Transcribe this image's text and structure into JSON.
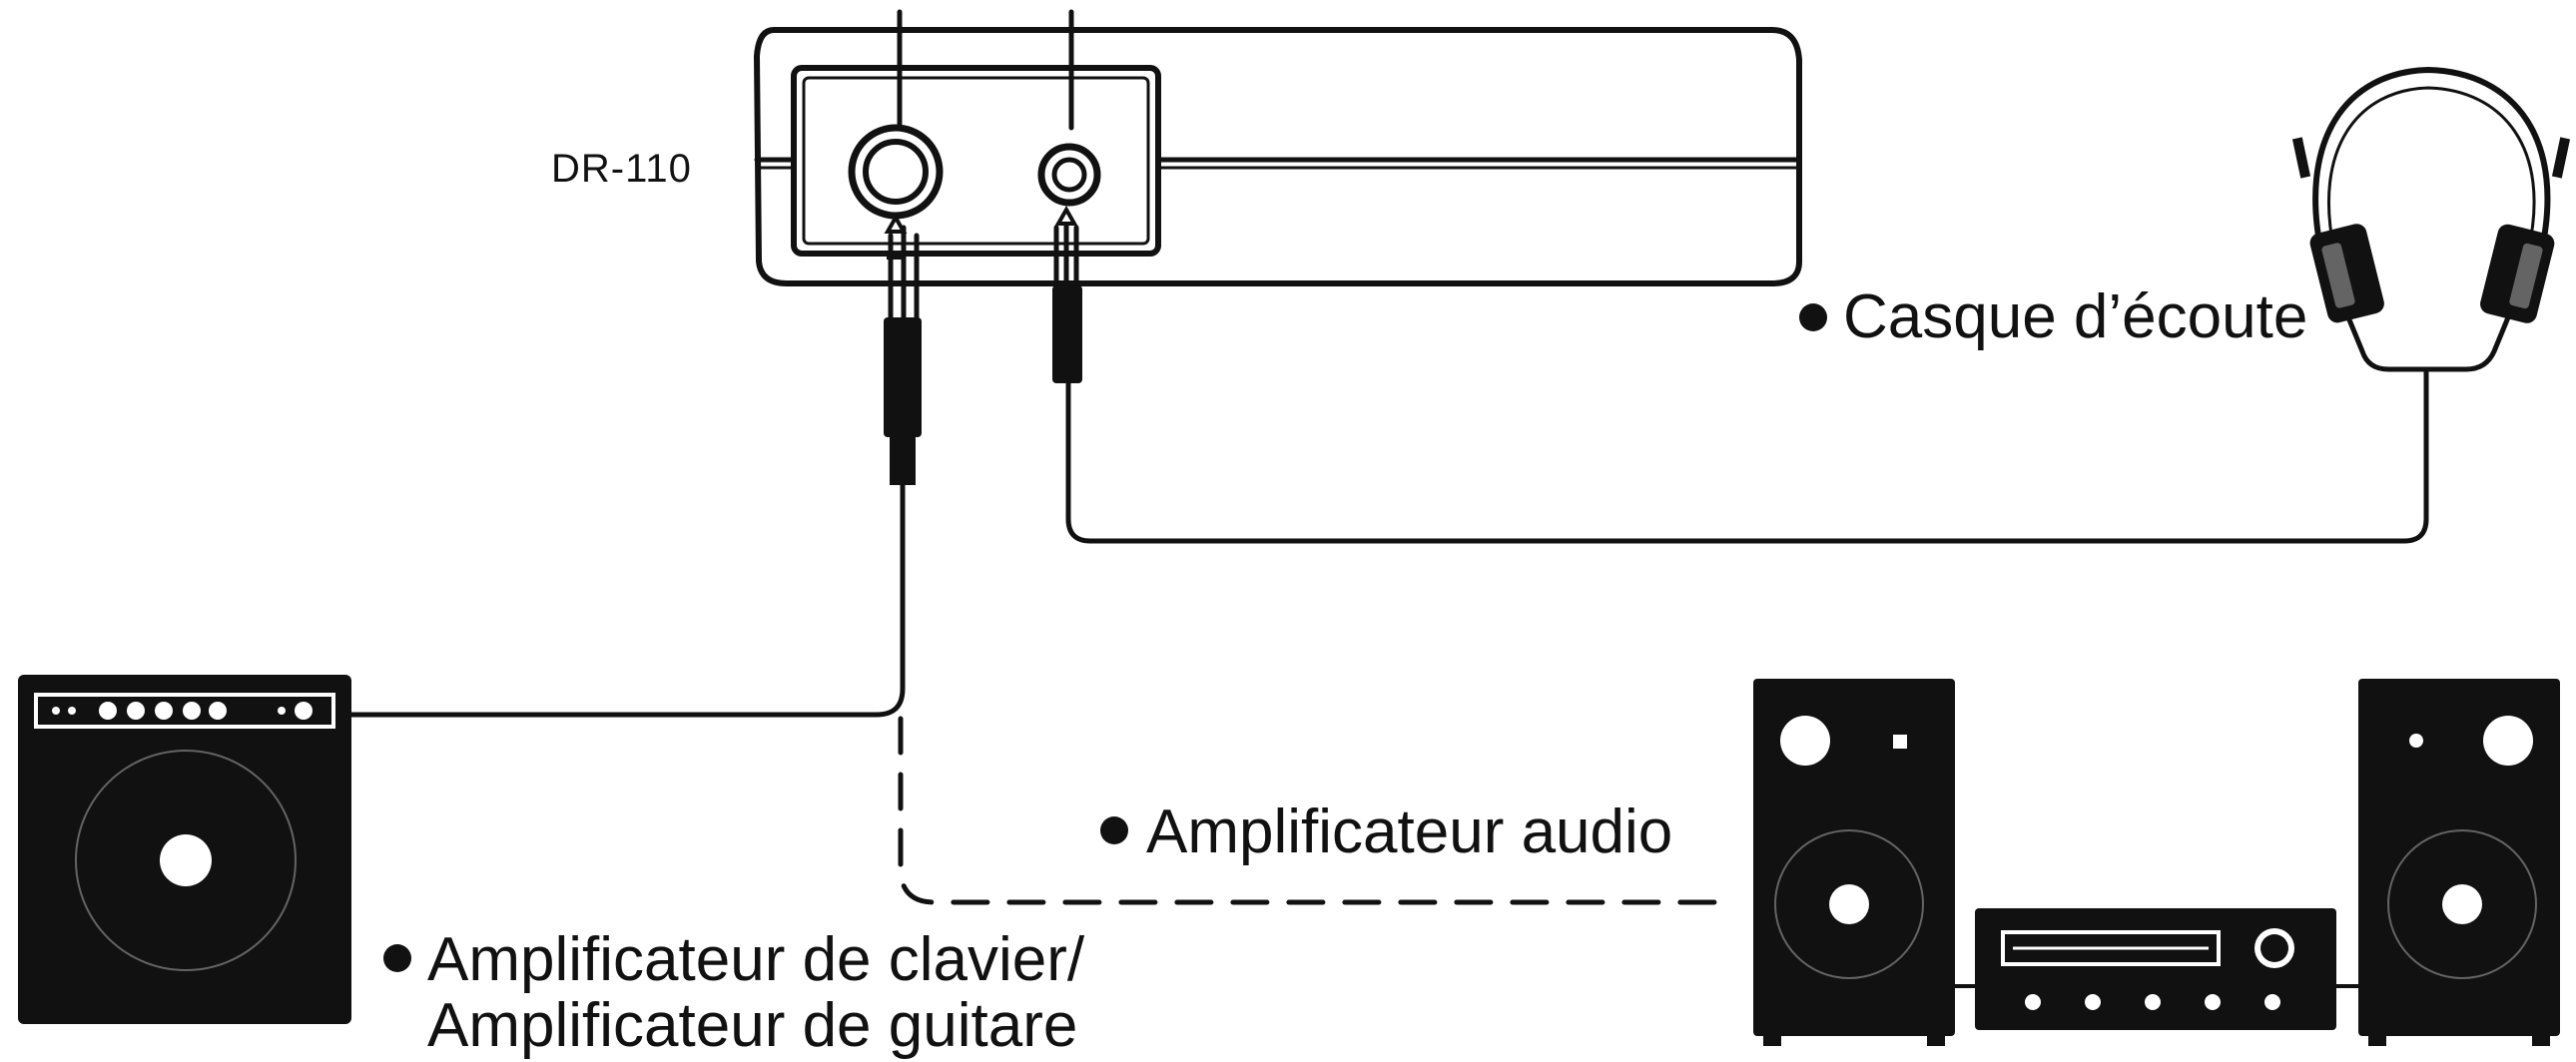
{
  "device": {
    "model": "DR-110"
  },
  "labels": {
    "headphones": "Casque d’écoute",
    "audio_amp": "Amplificateur audio",
    "keyboard_amp_line1": "Amplificateur de clavier/",
    "keyboard_amp_line2": "Amplificateur de guitare"
  },
  "colors": {
    "ink": "#111111",
    "paper": "#ffffff"
  },
  "icons": [
    "drum-machine-icon",
    "headphones-icon",
    "keyboard-amplifier-icon",
    "stereo-system-icon",
    "phone-plug-icon"
  ]
}
